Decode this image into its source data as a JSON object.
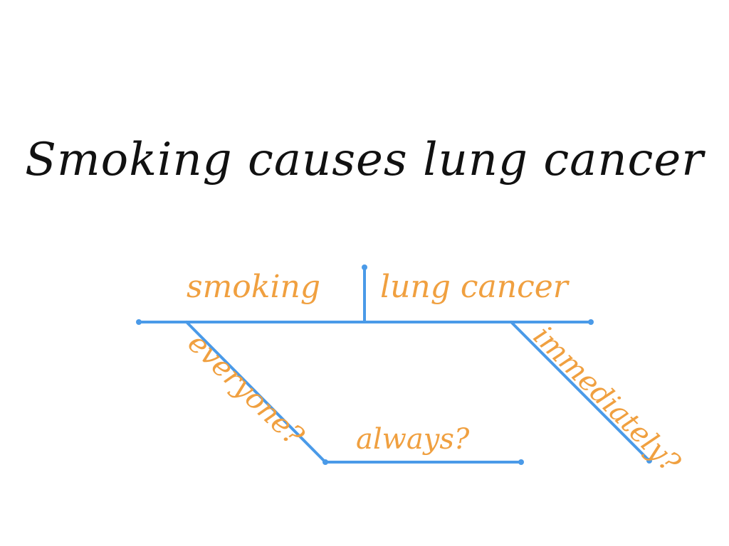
{
  "sentence": "Smoking causes lung cancer",
  "diagram": {
    "subject": "smoking",
    "predicate": "lung cancer",
    "subject_modifier": "everyone?",
    "secondary_modifier": "always?",
    "predicate_modifier": "immediately?"
  },
  "colors": {
    "text": "#111111",
    "line": "#4a9ae8",
    "words": "#f0a040"
  }
}
